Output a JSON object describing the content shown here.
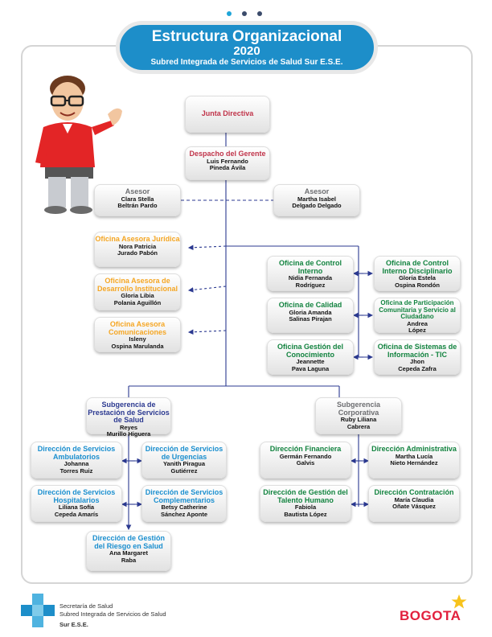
{
  "header": {
    "title": "Estructura Organizacional",
    "year": "2020",
    "subtitle": "Subred Integrada de Servicios de Salud Sur E.S.E."
  },
  "colors": {
    "accent": "#1d8ec9",
    "red": "#c0344a",
    "orange": "#f5a623",
    "green": "#12833f",
    "navy": "#2b3990"
  },
  "nodes": {
    "junta": {
      "title": "Junta Directiva"
    },
    "gerente": {
      "title": "Despacho del Gerente",
      "name1": "Luis Fernando",
      "name2": "Pineda Ávila"
    },
    "asesor1": {
      "title": "Asesor",
      "name1": "Clara Stella",
      "name2": "Beltrán Pardo"
    },
    "asesor2": {
      "title": "Asesor",
      "name1": "Martha Isabel",
      "name2": "Delgado Delgado"
    },
    "juridica": {
      "title": "Oficina Asesora Jurídica",
      "name1": "Nora Patricia",
      "name2": "Jurado Pabón"
    },
    "desarrollo": {
      "title": "Oficina Asesora de Desarrollo Institucional",
      "name1": "Gloria Libia",
      "name2": "Polania Aguillón"
    },
    "comunicaciones": {
      "title": "Oficina Asesora Comunicaciones",
      "name1": "Isleny",
      "name2": "Ospina Marulanda"
    },
    "control_interno": {
      "title": "Oficina de Control Interno",
      "name1": "Nidia Fernanda",
      "name2": "Rodríguez"
    },
    "control_disciplinario": {
      "title": "Oficina de Control Interno Disciplinario",
      "name1": "Gloria Estela",
      "name2": "Ospina Rondón"
    },
    "calidad": {
      "title": "Oficina de Calidad",
      "name1": "Gloria Amanda",
      "name2": "Salinas Pirajan"
    },
    "participacion": {
      "title": "Oficina de Participación Comunitaria y Servicio al Ciudadano",
      "name1": "Andrea",
      "name2": "López"
    },
    "conocimiento": {
      "title": "Oficina Gestión del Conocimiento",
      "name1": "Jeannette",
      "name2": "Pava Laguna"
    },
    "tic": {
      "title": "Oficina de Sistemas de Información - TIC",
      "name1": "Jhon",
      "name2": "Cepeda Zafra"
    },
    "sub_salud": {
      "title": "Subgerencia de Prestación de Servicios de Salud",
      "name1": "Reyes",
      "name2": "Murillo Higuera"
    },
    "sub_corp": {
      "title": "Subgerencia Corporativa",
      "name1": "Ruby Liliana",
      "name2": "Cabrera"
    },
    "ambulatorios": {
      "title": "Dirección de Servicios Ambulatorios",
      "name1": "Johanna",
      "name2": "Torres Ruiz"
    },
    "urgencias": {
      "title": "Dirección de Servicios de Urgencias",
      "name1": "Yanith Piragua",
      "name2": "Gutiérrez"
    },
    "hospitalarios": {
      "title": "Dirección de Servicios Hospitalarios",
      "name1": "Liliana Sofía",
      "name2": "Cepeda Amarís"
    },
    "complementarios": {
      "title": "Dirección de Servicios Complementarios",
      "name1": "Betsy Catherine",
      "name2": "Sánchez Aponte"
    },
    "riesgo": {
      "title": "Dirección de Gestión del Riesgo en Salud",
      "name1": "Ana Margaret",
      "name2": "Raba"
    },
    "financiera": {
      "title": "Dirección Financiera",
      "name1": "Germán Fernando",
      "name2": "Galvis"
    },
    "administrativa": {
      "title": "Dirección Administrativa",
      "name1": "Martha Lucía",
      "name2": "Nieto Hernández"
    },
    "talento": {
      "title": "Dirección de Gestión del Talento Humano",
      "name1": "Fabiola",
      "name2": "Bautista López"
    },
    "contratacion": {
      "title": "Dirección Contratación",
      "name1": "María Claudia",
      "name2": "Oñate Vásquez"
    }
  },
  "footer": {
    "logo_line1": "Secretaría de Salud",
    "logo_line2": "Subred Integrada de Servicios de Salud",
    "logo_line3": "Sur E.S.E.",
    "brand": "BOGOTA"
  }
}
